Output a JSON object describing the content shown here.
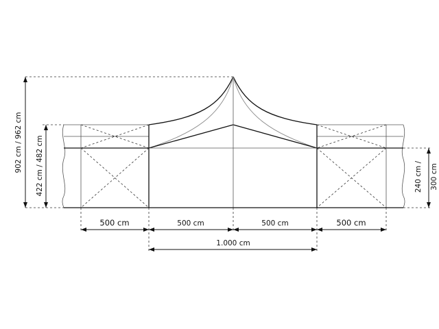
{
  "colors": {
    "line": "#111111",
    "dashed": "#333333",
    "inner_curve": "#8a8a8a",
    "background": "#ffffff"
  },
  "dimensions": {
    "bottom_segments": [
      "500 cm",
      "500 cm",
      "500 cm",
      "500 cm"
    ],
    "total_width": "1.000 cm",
    "overall_height": "902 cm / 962 cm",
    "side_height": "422 cm / 482 cm",
    "eave_height_line1": "240 cm /",
    "eave_height_line2": "300 cm"
  }
}
